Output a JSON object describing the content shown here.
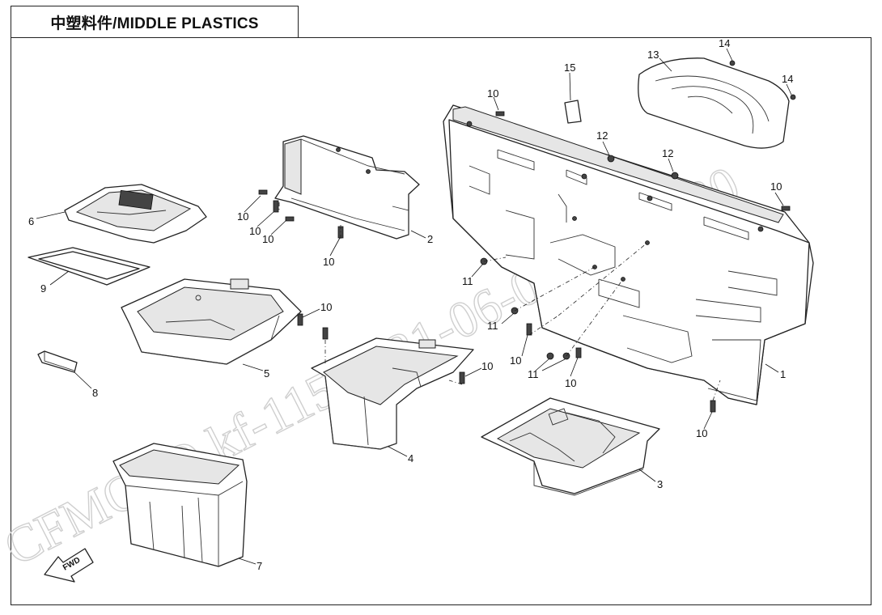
{
  "title": "中塑料件/MIDDLE PLASTICS",
  "watermark": "CFMOTO kf-115 2021-06-08 14:06:30",
  "fwd_label": "FWD",
  "callouts": {
    "c1": "1",
    "c2": "2",
    "c3": "3",
    "c4": "4",
    "c5": "5",
    "c6": "6",
    "c7": "7",
    "c8": "8",
    "c9": "9",
    "c10a": "10",
    "c10b": "10",
    "c10c": "10",
    "c10d": "10",
    "c10e": "10",
    "c10f": "10",
    "c10g": "10",
    "c10h": "10",
    "c10i": "10",
    "c10j": "10",
    "c11a": "11",
    "c11b": "11",
    "c11c": "11",
    "c12a": "12",
    "c12b": "12",
    "c13": "13",
    "c14a": "14",
    "c14b": "14",
    "c15": "15"
  }
}
